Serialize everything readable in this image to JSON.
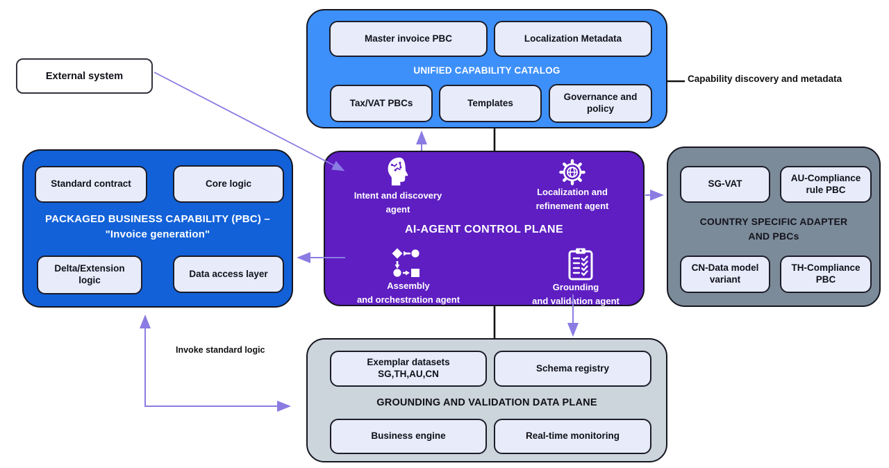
{
  "external_system": {
    "label": "External system"
  },
  "catalog": {
    "title": "UNIFIED CAPABILITY CATALOG",
    "master": "Master invoice PBC",
    "localization_metadata": "Localization Metadata",
    "tax_vat": "Tax/VAT PBCs",
    "templates": "Templates",
    "governance": "Governance and\npolicy"
  },
  "control_plane": {
    "title": "AI-AGENT CONTROL PLANE",
    "intent_agent": "Intent and discovery\nagent",
    "localization_agent": "Localization and\nrefinement agent",
    "assembly_agent": "Assembly\nand orchestration agent",
    "grounding_agent": "Grounding\nand validation agent"
  },
  "pbc": {
    "title": "PACKAGED BUSINESS CAPABILITY (PBC) –\n\"Invoice generation\"",
    "standard_contract": "Standard contract",
    "core_logic": "Core logic",
    "delta_extension": "Delta/Extension\nlogic",
    "data_access": "Data access layer"
  },
  "country_adapter": {
    "title": "COUNTRY SPECIFIC ADAPTER\nAND PBCs",
    "sg_vat": "SG-VAT",
    "au_compliance": "AU-Compliance\nrule PBC",
    "cn_data_model": "CN-Data model\nvariant",
    "th_compliance": "TH-Compliance\nPBC"
  },
  "data_plane": {
    "title": "GROUNDING AND VALIDATION DATA PLANE",
    "exemplar_datasets": "Exemplar datasets\nSG,TH,AU,CN",
    "schema_registry": "Schema registry",
    "business_engine": "Business engine",
    "realtime_monitoring": "Real-time monitoring"
  },
  "annotations": {
    "capability_discovery": "Capability discovery and metadata",
    "invoke_standard_logic": "Invoke standard logic"
  },
  "icons": {
    "intent": "brain-head-icon",
    "localization": "gear-globe-icon",
    "assembly": "workflow-icon",
    "grounding": "checklist-clipboard-icon"
  },
  "colors": {
    "catalog_blue": "#3d90fa",
    "pbc_blue": "#1261d8",
    "control_purple": "#5e1ec2",
    "country_gray": "#7c8b99",
    "data_plane_gray": "#ccd5db",
    "chip_fill": "#e7ebfa",
    "arrow_violet": "#8a7ce2",
    "connector_black": "#111111"
  }
}
